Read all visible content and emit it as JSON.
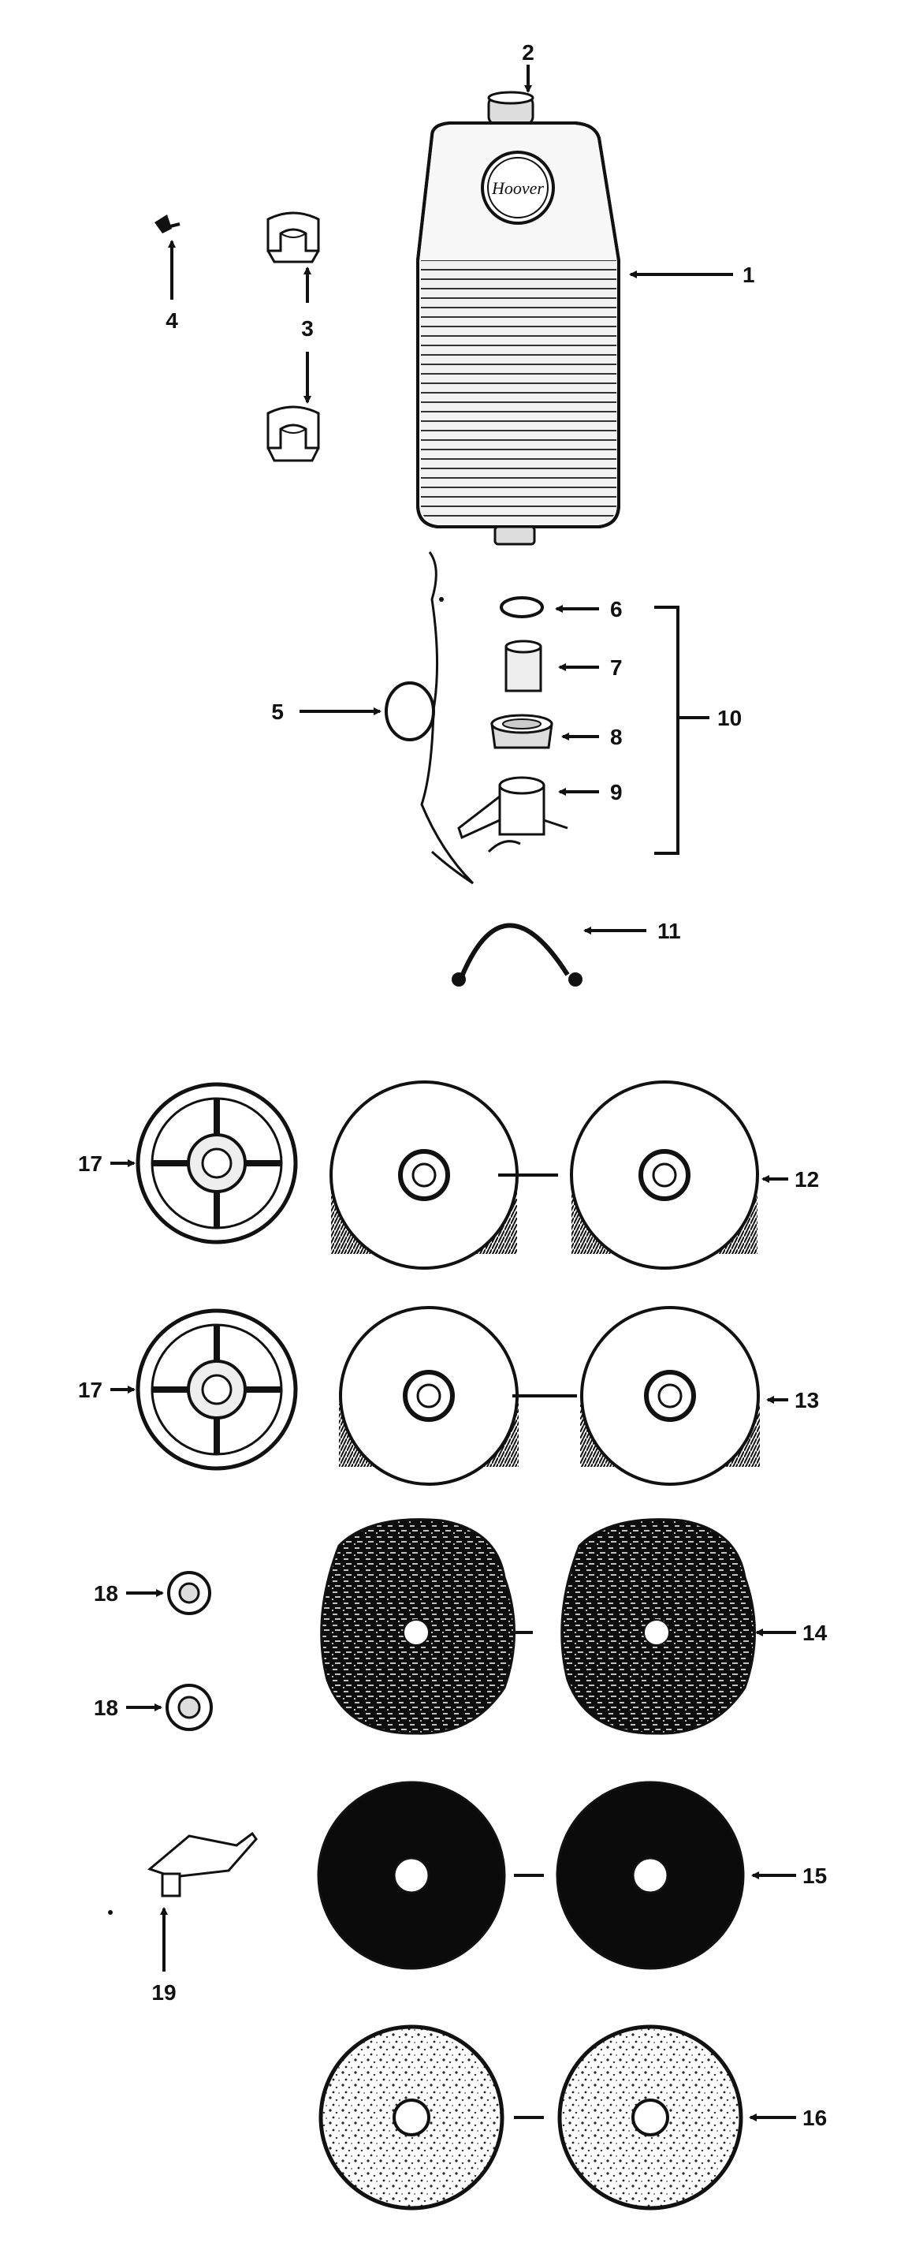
{
  "labels": {
    "l1": "1",
    "l2": "2",
    "l3": "3",
    "l4": "4",
    "l5": "5",
    "l6": "6",
    "l7": "7",
    "l8": "8",
    "l9": "9",
    "l10": "10",
    "l11": "11",
    "l12": "12",
    "l13": "13",
    "l14": "14",
    "l15": "15",
    "l16": "16",
    "l17a": "17",
    "l17b": "17",
    "l18a": "18",
    "l18b": "18",
    "l19": "19"
  },
  "logo_text": "Hoover",
  "colors": {
    "ink": "#111111",
    "paper": "#ffffff",
    "shade": "#e8e8e8"
  }
}
